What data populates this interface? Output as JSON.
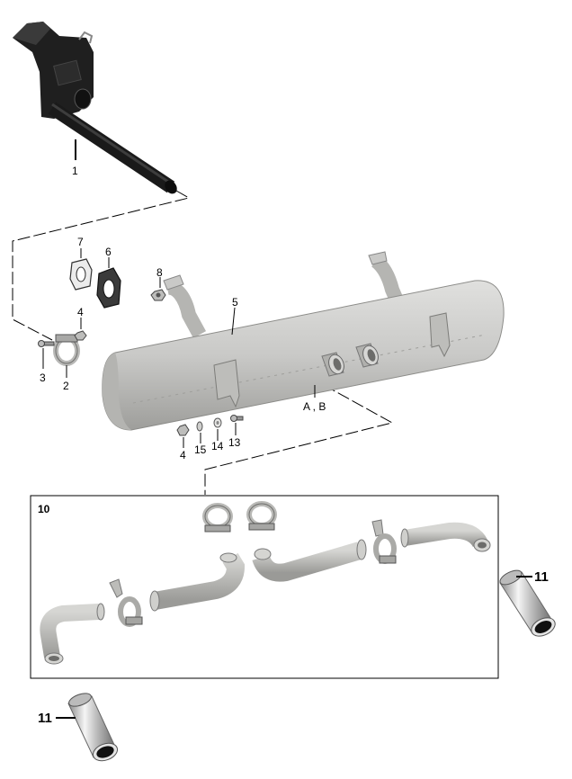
{
  "labels": {
    "p1": "1",
    "p2": "2",
    "p3": "3",
    "p4a": "4",
    "p4b": "4",
    "p5": "5",
    "p6": "6",
    "p7": "7",
    "p8": "8",
    "p10": "10",
    "p11a": "11",
    "p11b": "11",
    "p13": "13",
    "p14": "14",
    "p15": "15",
    "ab": "A , B"
  },
  "colors": {
    "muffler": "#c9c9c7",
    "muffler_shade": "#a9a9a6",
    "heater_box": "#1e1e1e",
    "chrome": "#dcdcdc"
  }
}
